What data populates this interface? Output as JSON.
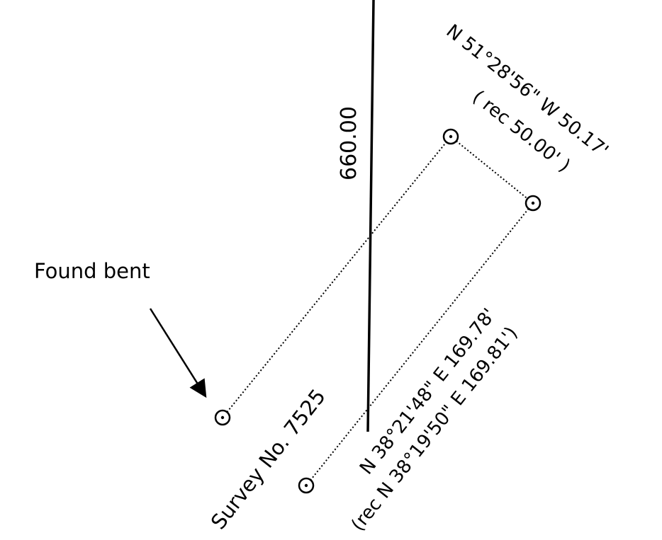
{
  "labels": {
    "found_bent": "Found bent",
    "line_660": "660.00",
    "survey_no": "Survey No. 7525",
    "bearing_nw": "N 51°28'56\" W 50.17'",
    "bearing_nw_rec": "( rec 50.00' )",
    "bearing_ne": "N 38°21'48\" E 169.78'",
    "bearing_ne_rec": "(rec N 38°19'50\" E 169.81')"
  },
  "colors": {
    "ink": "#000000",
    "background": "#ffffff"
  }
}
